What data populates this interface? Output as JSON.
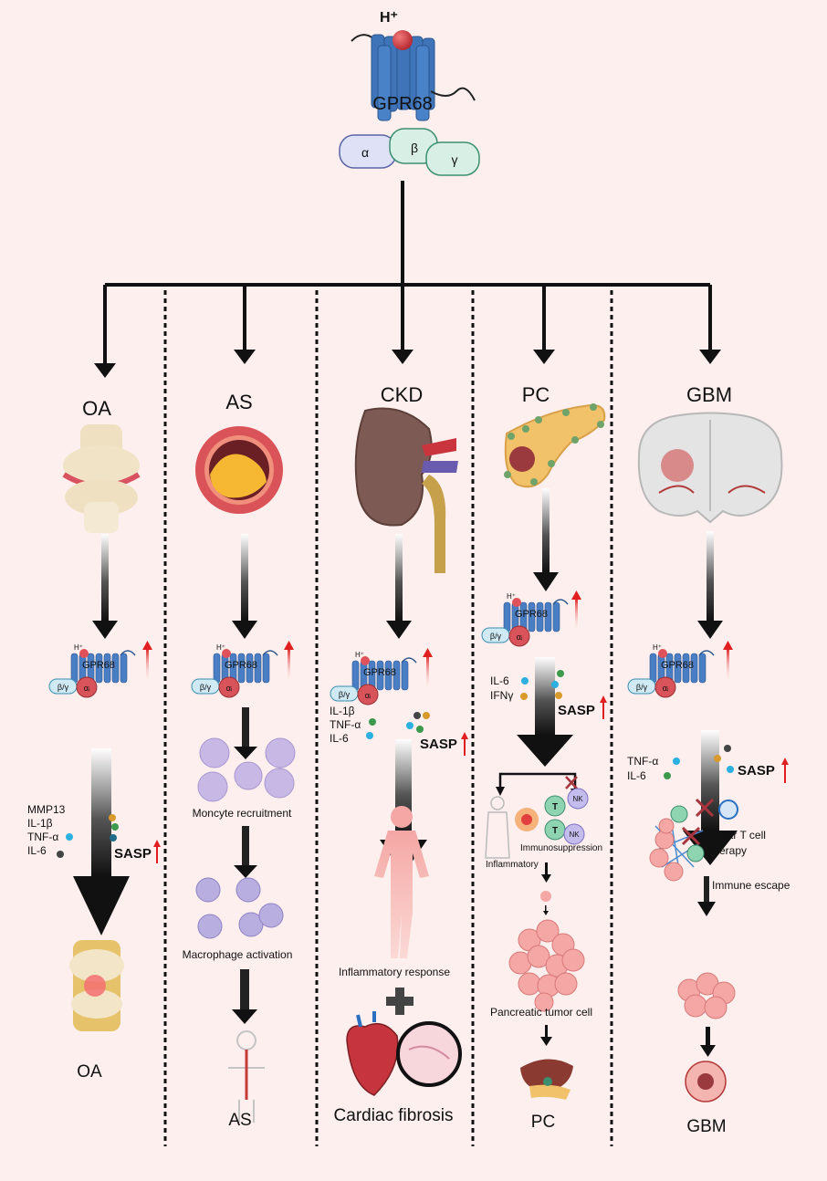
{
  "receptor": {
    "proton": "H⁺",
    "name": "GPR68",
    "alpha": "α",
    "beta": "β",
    "gamma": "γ"
  },
  "receptor_small": {
    "name": "GPR68",
    "proton": "H⁺",
    "bg": "β/γ",
    "ai": "αᵢ"
  },
  "columns": [
    {
      "title": "OA",
      "cytokines": [
        "MMP13",
        "IL-1β",
        "TNF-α",
        "IL-6"
      ],
      "sasp": "SASP",
      "steps": [],
      "result": "OA"
    },
    {
      "title": "AS",
      "steps": [
        "Moncyte recruitment",
        "Macrophage activation"
      ],
      "result": "AS"
    },
    {
      "title": "CKD",
      "cytokines": [
        "IL-1β",
        "TNF-α",
        "IL-6"
      ],
      "sasp": "SASP",
      "steps": [
        "Inflammatory response"
      ],
      "result": "Cardiac fibrosis"
    },
    {
      "title": "PC",
      "cytokines": [
        "IL-6",
        "IFNγ"
      ],
      "sasp": "SASP",
      "steps": [
        "Inflammatory",
        "Immunosuppression",
        "Pancreatic tumor cell"
      ],
      "cells": [
        "T",
        "NK",
        "T",
        "NK"
      ],
      "result": "PC"
    },
    {
      "title": "GBM",
      "cytokines": [
        "TNF-α",
        "IL-6"
      ],
      "sasp": "SASP",
      "steps": [
        "Car T cell therapy",
        "Immune escape"
      ],
      "result": "GBM"
    }
  ]
}
